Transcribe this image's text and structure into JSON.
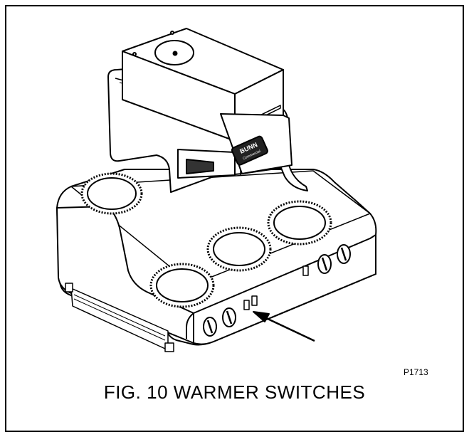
{
  "figure": {
    "part_number": "P1713",
    "caption": "FIG. 10 WARMER SWITCHES",
    "brand_logo_text": "BUNN",
    "brand_logo_subtext": "Commercial"
  }
}
